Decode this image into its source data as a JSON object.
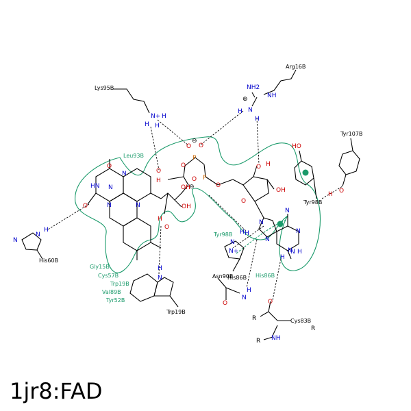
{
  "caption": "1jr8:FAD",
  "residues": {
    "arg16b": "Arg16B",
    "lys95b": "Lys95B",
    "tyr107b": "Tyr107B",
    "tyr98b_right": "Tyr98B",
    "tyr98b_left": "Tyr98B",
    "his60b": "His60B",
    "asn90b": "Asn90B",
    "his86b_black": "His86B",
    "his86b_green": "His86B",
    "cys83b": "Cys83B",
    "trp19b": "Trp19B",
    "leu93b": "Leu93B"
  },
  "hydrophobic_list": [
    "Gly15B",
    "Cys57B",
    "Trp19B",
    "Val89B",
    "Tyr52B"
  ],
  "atoms": {
    "nh2_arg": "NH2",
    "nh_arg": "NH",
    "plus_arg": "⊕",
    "h_arg1": "H",
    "h_arg2": "H",
    "n_arg": "N",
    "nplus_lys": "N+",
    "h_lys1": "H",
    "h_lys2": "H",
    "h_lys3": "H",
    "o_minus1": "⊖",
    "o_p1a": "O",
    "o_p1b": "O",
    "p1": "P",
    "o_bridge": "O",
    "o_p2a": "O",
    "p2": "P",
    "o_minus2": "⊖",
    "o_ribose_link": "O",
    "o_ribitol": "O",
    "h_ribitol": "H",
    "oh1": "OH",
    "oh2": "OH",
    "h_oh3": "H",
    "o_oh3": "O",
    "o_ring": "O",
    "o_ribose1": "O",
    "h_ribose1": "H",
    "oh_ribose2": "OH",
    "n_flav1": "N",
    "n_flav2": "N",
    "n_flav3": "N",
    "n_flav4": "N",
    "hn_flav": "HN",
    "o_flav1": "O",
    "o_flav2": "O",
    "n_his60": "N",
    "n_his60b": "N",
    "h_his60": "H",
    "n_trp": "N",
    "h_trp": "H",
    "n_aden1": "N",
    "n_aden2": "N",
    "n_aden3": "N",
    "n_aden4": "N",
    "n_aden5": "N",
    "h_aden": "H",
    "n_h2": "N",
    "h_nh2": "H",
    "h_amine": "H",
    "ho_tyr98": "HO",
    "o_tyr107": "O",
    "h_tyr107": "H",
    "n_his86": "N",
    "nplus_his86": "N+",
    "h_his86": "H",
    "o_asn": "O",
    "n_asn": "N",
    "h_asn": "H",
    "o_cys": "O",
    "r_cys1": "R",
    "r_cys2": "R",
    "r_cys3": "R",
    "nh_cys": "NH"
  }
}
